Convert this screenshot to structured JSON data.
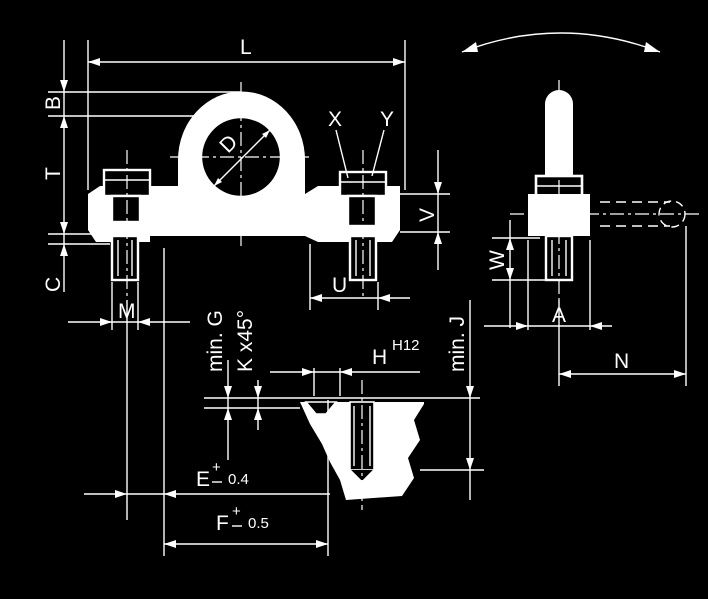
{
  "labels": {
    "L": "L",
    "B": "B",
    "T": "T",
    "C": "C",
    "D": "D",
    "X": "X",
    "Y": "Y",
    "V": "V",
    "U": "U",
    "M": "M",
    "W": "W",
    "A": "A",
    "N": "N",
    "min_G": "min. G",
    "K_x45": "K x45°",
    "H": "H",
    "H_sup": "H12",
    "min_J": "min. J",
    "E": "E",
    "E_tol": "+",
    "E_val": "0.4",
    "F": "F",
    "F_tol": "+",
    "F_val": "0.5"
  },
  "colors": {
    "background": "#000000",
    "ink": "#ffffff"
  }
}
